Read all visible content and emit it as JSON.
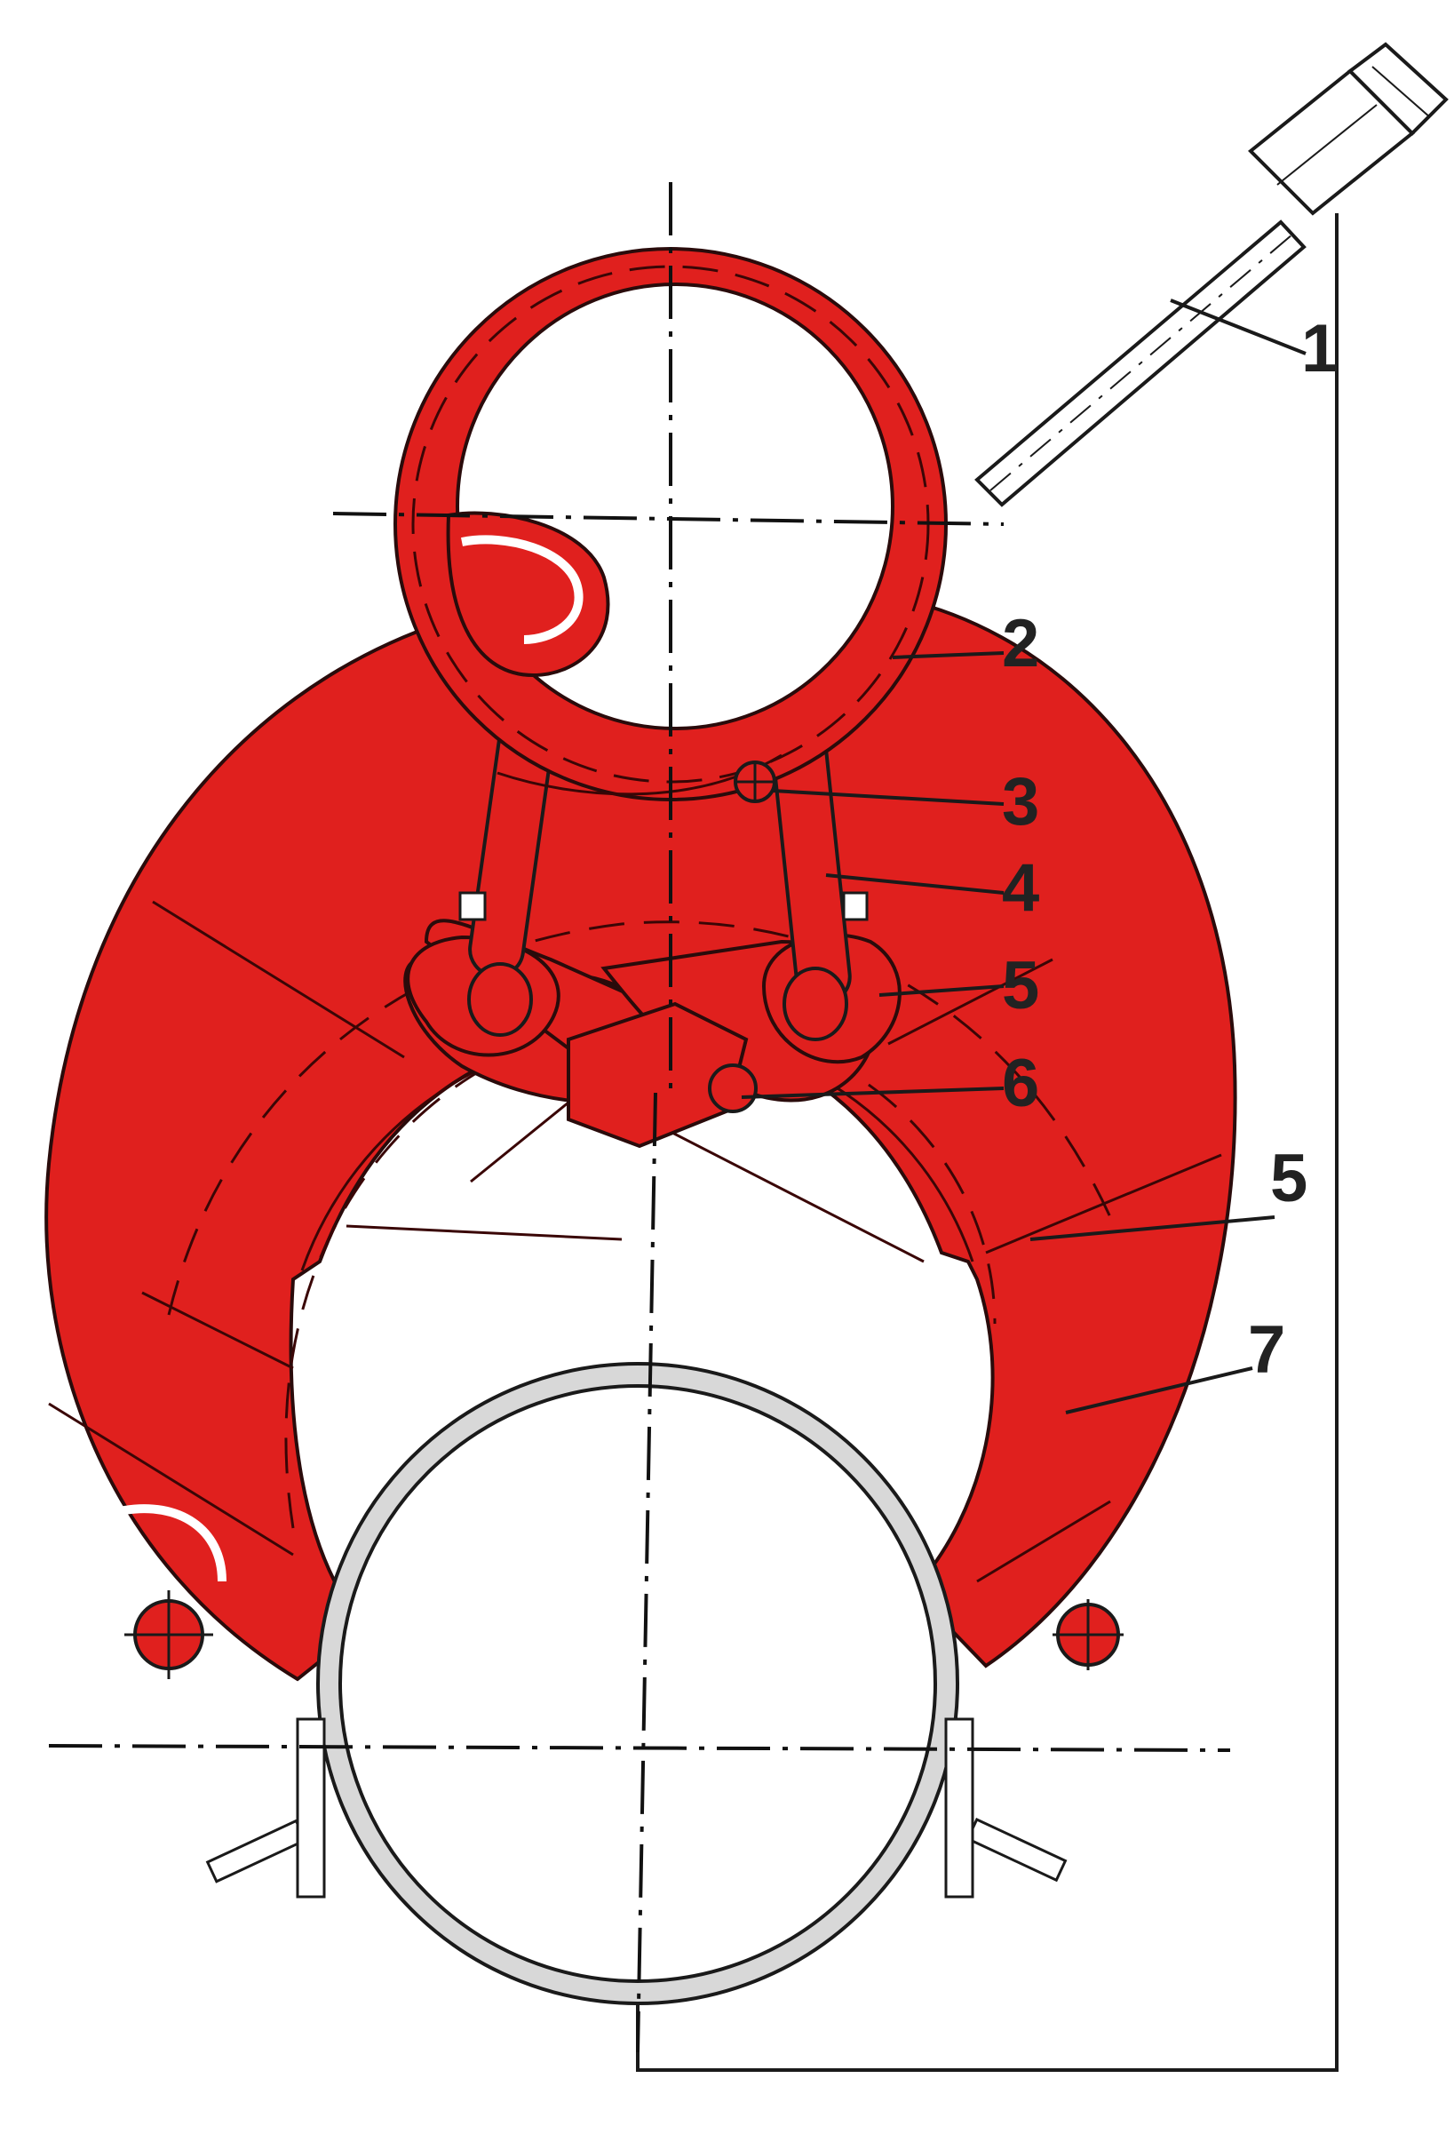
{
  "colors": {
    "part_fill": "#e0201e",
    "part_outline": "#2a0b0b",
    "rod_fill": "#ffffff",
    "line": "#111111",
    "pipe_wall": "#d8d8d8"
  },
  "callouts": [
    {
      "id": "1",
      "label": "1",
      "target": "rod"
    },
    {
      "id": "2",
      "label": "2",
      "target": "lifting-ring"
    },
    {
      "id": "3",
      "label": "3",
      "target": "ring-pin"
    },
    {
      "id": "4",
      "label": "4",
      "target": "link"
    },
    {
      "id": "5a",
      "label": "5",
      "target": "link-pin-ear"
    },
    {
      "id": "6",
      "label": "6",
      "target": "center-pin"
    },
    {
      "id": "5b",
      "label": "5",
      "target": "jaw"
    },
    {
      "id": "7",
      "label": "7",
      "target": "jaw-segment"
    }
  ]
}
